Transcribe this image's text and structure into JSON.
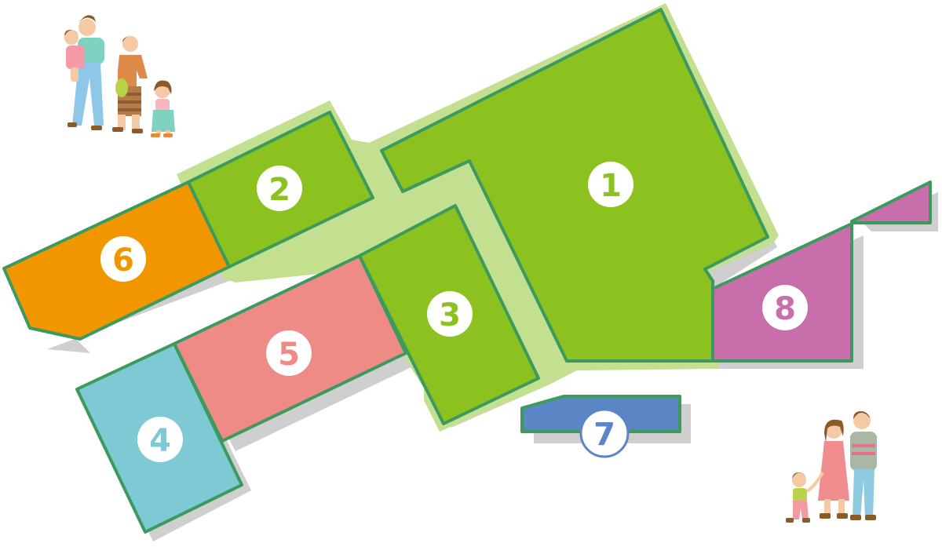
{
  "colors": {
    "outline": "#3d9a5e",
    "highlight": "#c2e08f",
    "shadow": "#cfcfcf"
  },
  "zones": [
    {
      "id": "1",
      "label": "1",
      "color": "#8cc21f",
      "text_color": "#8cc21f"
    },
    {
      "id": "2",
      "label": "2",
      "color": "#8cc21f",
      "text_color": "#8cc21f"
    },
    {
      "id": "3",
      "label": "3",
      "color": "#8cc21f",
      "text_color": "#8cc21f"
    },
    {
      "id": "4",
      "label": "4",
      "color": "#7ecad4",
      "text_color": "#7ecad4"
    },
    {
      "id": "5",
      "label": "5",
      "color": "#ee8b87",
      "text_color": "#ee8b87"
    },
    {
      "id": "6",
      "label": "6",
      "color": "#f29600",
      "text_color": "#f29600"
    },
    {
      "id": "7",
      "label": "7",
      "color": "#5b86c5",
      "text_color": "#5b86c5"
    },
    {
      "id": "8",
      "label": "8",
      "color": "#c86fab",
      "text_color": "#c86fab"
    }
  ],
  "illustrations": [
    "family-illustration-top-left",
    "family-illustration-bottom-right"
  ]
}
